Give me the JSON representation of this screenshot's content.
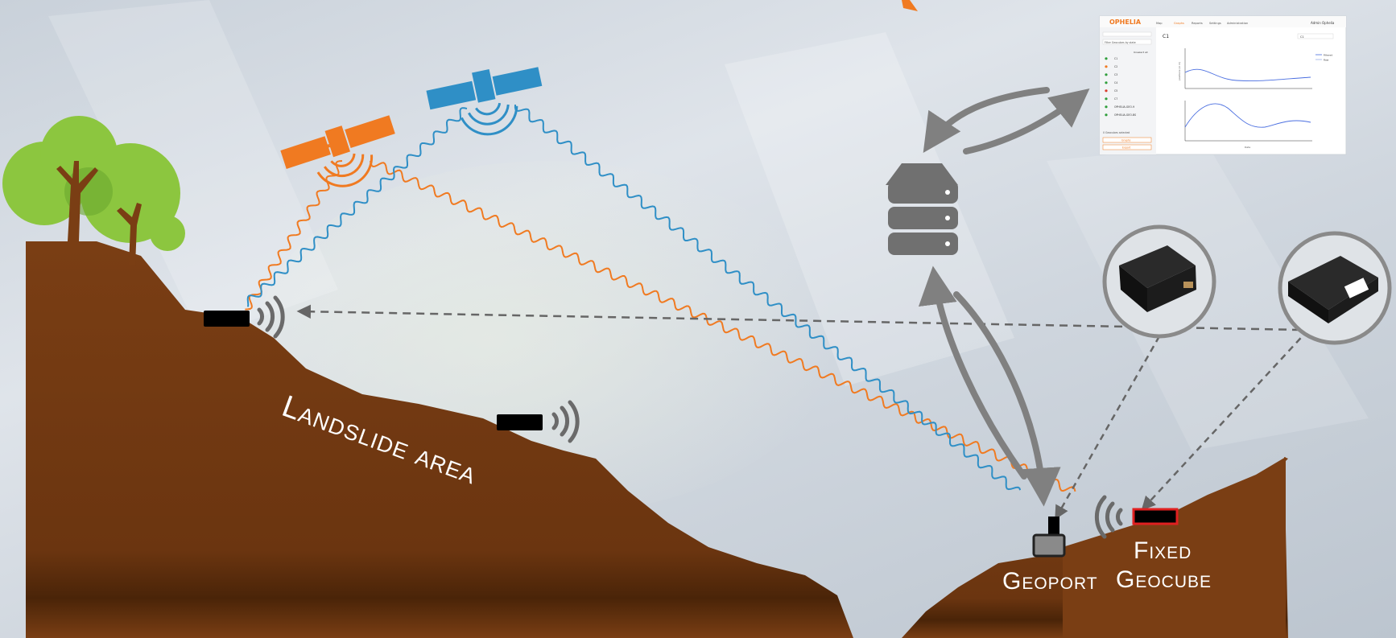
{
  "labels": {
    "landslide_area": "Landslide area",
    "geoport": "Geoport",
    "fixed_line1": "Fixed",
    "fixed_line2": "Geocube"
  },
  "dashboard": {
    "brand": "OPHELIA",
    "nav": [
      "Map",
      "Graphs",
      "Reports",
      "Settings",
      "Administration"
    ],
    "user": "Admin Ophelia",
    "filter_label": "Filter Geocubes by state",
    "select_all": "Unselect all",
    "list": [
      "C1",
      "C2",
      "C3",
      "C4",
      "C5",
      "C7",
      "OPHELIA-GEO-9",
      "OPHELIA-GEO-BS"
    ],
    "list_colors": [
      "#2e9e3a",
      "#f07a21",
      "#2e9e3a",
      "#2e9e3a",
      "#d93a2a",
      "#2e9e3a",
      "#2e9e3a",
      "#2e9e3a"
    ],
    "selected_note": "0 Geocubes selected",
    "btn_graphs": "Graphs",
    "btn_export": "Export",
    "title": "C1",
    "range": "C1",
    "legend": [
      "Filtered",
      "Raw"
    ],
    "ylabel": "positions (in m)",
    "xlabel": "Date"
  },
  "colors": {
    "ground": "#7a3e14",
    "ground_dark": "#4f260a",
    "satellite_orange": "#f07a21",
    "satellite_blue": "#2f8fc6",
    "arrow_gray": "#808080",
    "tree_light": "#8cc63f",
    "tree_dark": "#5aa02c",
    "trunk": "#7a3e14"
  },
  "icons": [
    "satellite-icon",
    "server-icon",
    "tree-icon",
    "geocube-sensor-icon",
    "wifi-signal-icon",
    "geoport-icon"
  ]
}
